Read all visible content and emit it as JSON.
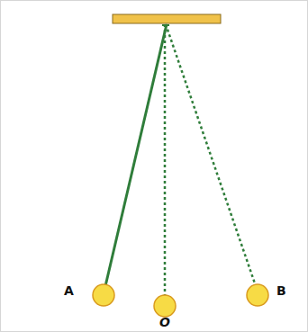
{
  "diagram": {
    "labels": [
      "A",
      "O",
      "B"
    ]
  }
}
